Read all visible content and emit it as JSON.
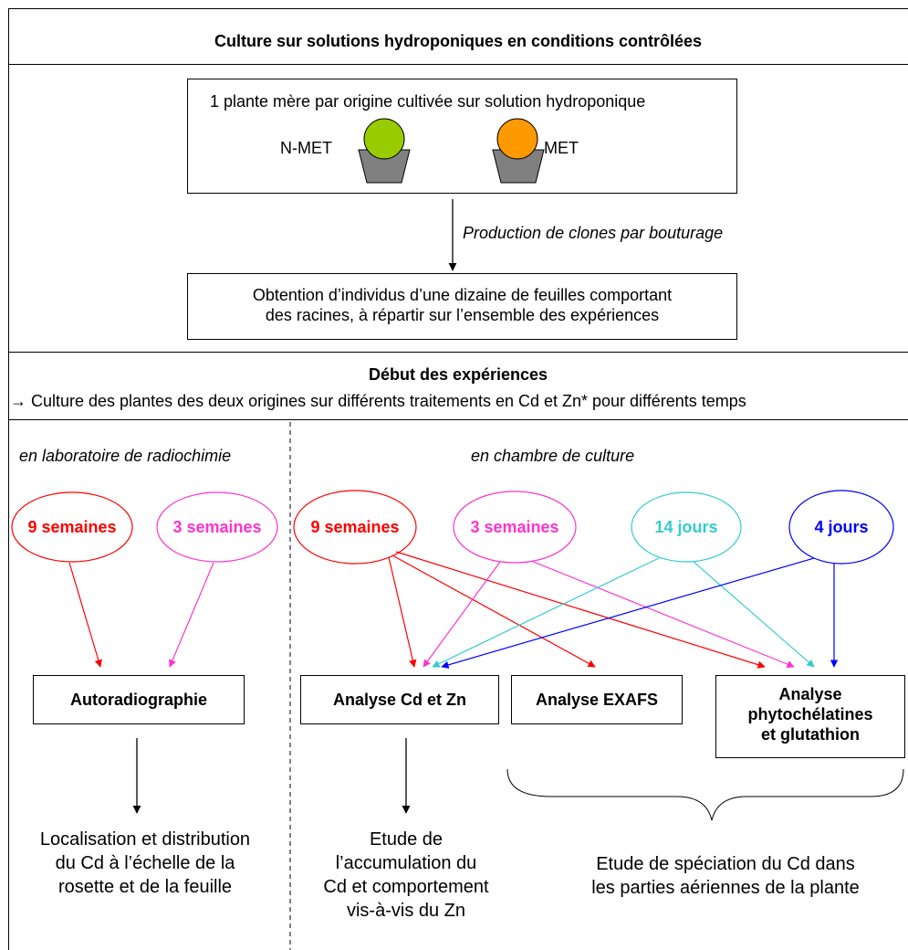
{
  "header": {
    "title": "Culture sur solutions hydroponiques en conditions contrôlées"
  },
  "top_box": {
    "text": "1 plante mère par origine cultivée sur solution hydroponique",
    "plant_left_label": "N-MET",
    "plant_right_label": "MET",
    "colors": {
      "left": "#99cc00",
      "right": "#ff9900",
      "pot": "#808080"
    }
  },
  "clone_label": "Production de clones par bouturage",
  "obtention_box": {
    "line1": "Obtention d’individus d’une dizaine de feuilles comportant",
    "line2": "des racines, à répartir sur l’ensemble des expériences"
  },
  "debut": {
    "title": "Début des expériences",
    "subtitle": "→ Culture des plantes des deux origines sur différents traitements en Cd et Zn* pour différents temps"
  },
  "left_section": {
    "heading": "en laboratoire de radiochimie",
    "ellipses": [
      {
        "label": "9 semaines",
        "color": "#ff0000"
      },
      {
        "label": "3 semaines",
        "color": "#ff33cc"
      }
    ],
    "box": "Autoradiographie",
    "result": [
      "Localisation et distribution",
      "du Cd à l’échelle de la",
      "rosette et de la feuille"
    ]
  },
  "right_section": {
    "heading": "en chambre de culture",
    "ellipses": [
      {
        "label": "9 semaines",
        "color": "#ff0000"
      },
      {
        "label": "3 semaines",
        "color": "#ff33cc"
      },
      {
        "label": "14 jours",
        "color": "#33cccc"
      },
      {
        "label": "4 jours",
        "color": "#0000ff"
      }
    ],
    "boxes": {
      "cdzn": "Analyse Cd et Zn",
      "exafs": "Analyse EXAFS",
      "phyto": [
        "Analyse",
        "phytochélatines",
        "et glutathion"
      ]
    },
    "result_cdzn": [
      "Etude de",
      "l’accumulation du",
      "Cd et comportement",
      "vis-à-vis du Zn"
    ],
    "result_speciation": [
      "Etude de spéciation du Cd dans",
      "les parties aériennes de la plante"
    ]
  }
}
